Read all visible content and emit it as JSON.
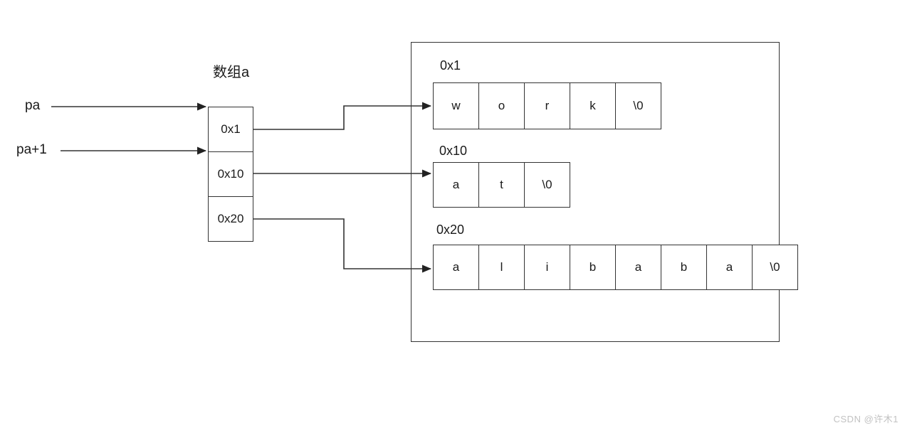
{
  "colors": {
    "line": "#333333",
    "text": "#1a1a1a",
    "watermark": "#c2c2c2",
    "background": "#ffffff"
  },
  "left_labels": {
    "pa": "pa",
    "pa_plus_1": "pa+1"
  },
  "pointer_array": {
    "title": "数组a",
    "cells": [
      "0x1",
      "0x10",
      "0x20"
    ]
  },
  "memory_box": {
    "strings": [
      {
        "address": "0x1",
        "cells": [
          "w",
          "o",
          "r",
          "k",
          "\\0"
        ]
      },
      {
        "address": "0x10",
        "cells": [
          "a",
          "t",
          "\\0"
        ]
      },
      {
        "address": "0x20",
        "cells": [
          "a",
          "l",
          "i",
          "b",
          "a",
          "b",
          "a",
          "\\0"
        ]
      }
    ]
  },
  "watermark": "CSDN @许木1"
}
